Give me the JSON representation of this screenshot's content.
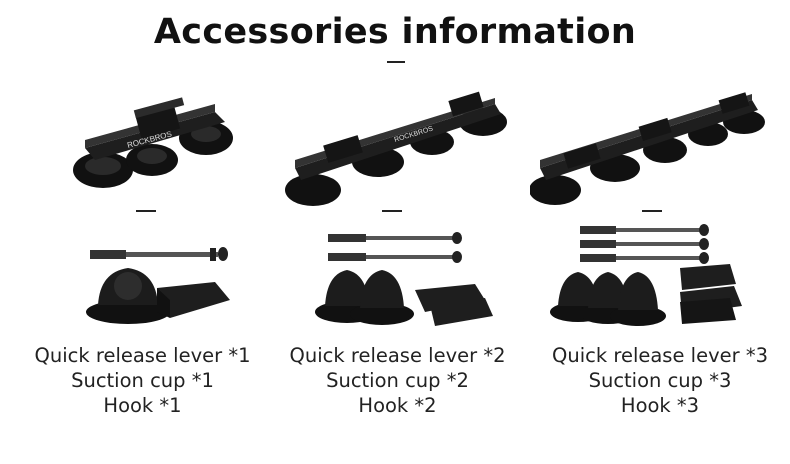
{
  "page": {
    "title": "Accessories information",
    "brand": "ROCKBROS"
  },
  "packages": [
    {
      "lines": [
        "Quick release lever *1",
        "Suction cup *1",
        "Hook *1"
      ]
    },
    {
      "lines": [
        "Quick release lever *2",
        "Suction cup *2",
        "Hook *2"
      ]
    },
    {
      "lines": [
        "Quick release lever *3",
        "Suction cup *3",
        "Hook *3"
      ]
    }
  ],
  "colors": {
    "text": "#222222",
    "product": "#1b1b1b",
    "accent": "#444444"
  }
}
